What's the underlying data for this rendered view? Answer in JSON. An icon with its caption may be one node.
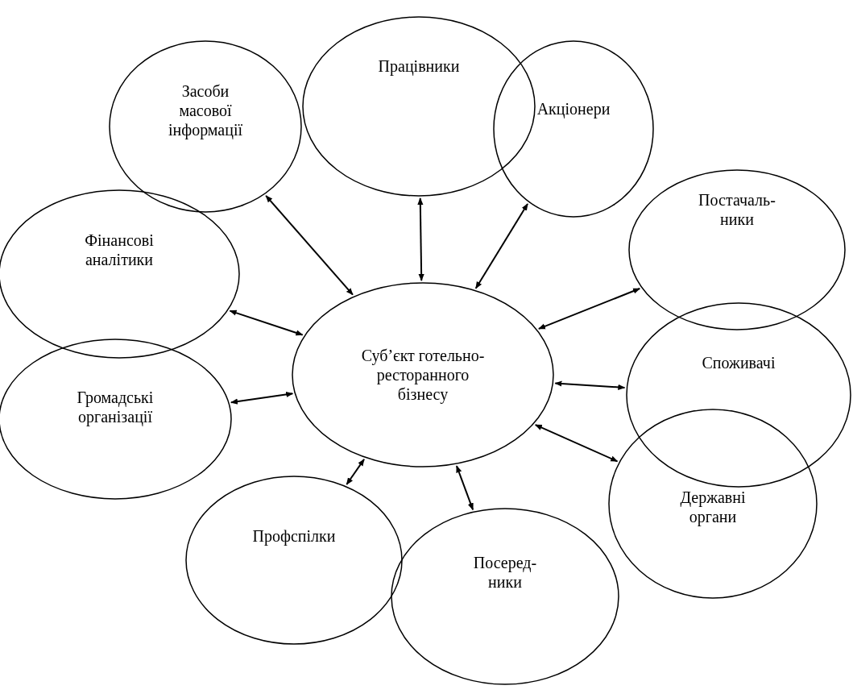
{
  "diagram": {
    "nodes": [
      {
        "text": [
          "Суб’єкт готельно-ресторанного бізнесу"
        ]
      },
      {
        "text": [
          "Засоби масової інформації"
        ]
      },
      {
        "text": [
          "Працівники"
        ]
      },
      {
        "text": [
          "Акціонери"
        ]
      },
      {
        "text": [
          "Постачаль-ники"
        ]
      },
      {
        "text": [
          "Споживачі"
        ]
      },
      {
        "text": [
          "Державні органи"
        ]
      },
      {
        "text": [
          "Посеред-ники"
        ]
      },
      {
        "text": [
          "Профспілки"
        ]
      },
      {
        "text": [
          "Громадські організації"
        ]
      },
      {
        "text": [
          "Фінансові аналітики"
        ]
      }
    ],
    "edges": [
      {
        "from": 0,
        "to": 1,
        "arrow": "both"
      },
      {
        "from": 0,
        "to": 2,
        "arrow": "both"
      },
      {
        "from": 0,
        "to": 3,
        "arrow": "both"
      },
      {
        "from": 0,
        "to": 4,
        "arrow": "both"
      },
      {
        "from": 0,
        "to": 5,
        "arrow": "both"
      },
      {
        "from": 0,
        "to": 6,
        "arrow": "both"
      },
      {
        "from": 0,
        "to": 7,
        "arrow": "both"
      },
      {
        "from": 0,
        "to": 8,
        "arrow": "both"
      },
      {
        "from": 0,
        "to": 9,
        "arrow": "both"
      },
      {
        "from": 0,
        "to": 10,
        "arrow": "both"
      }
    ]
  }
}
